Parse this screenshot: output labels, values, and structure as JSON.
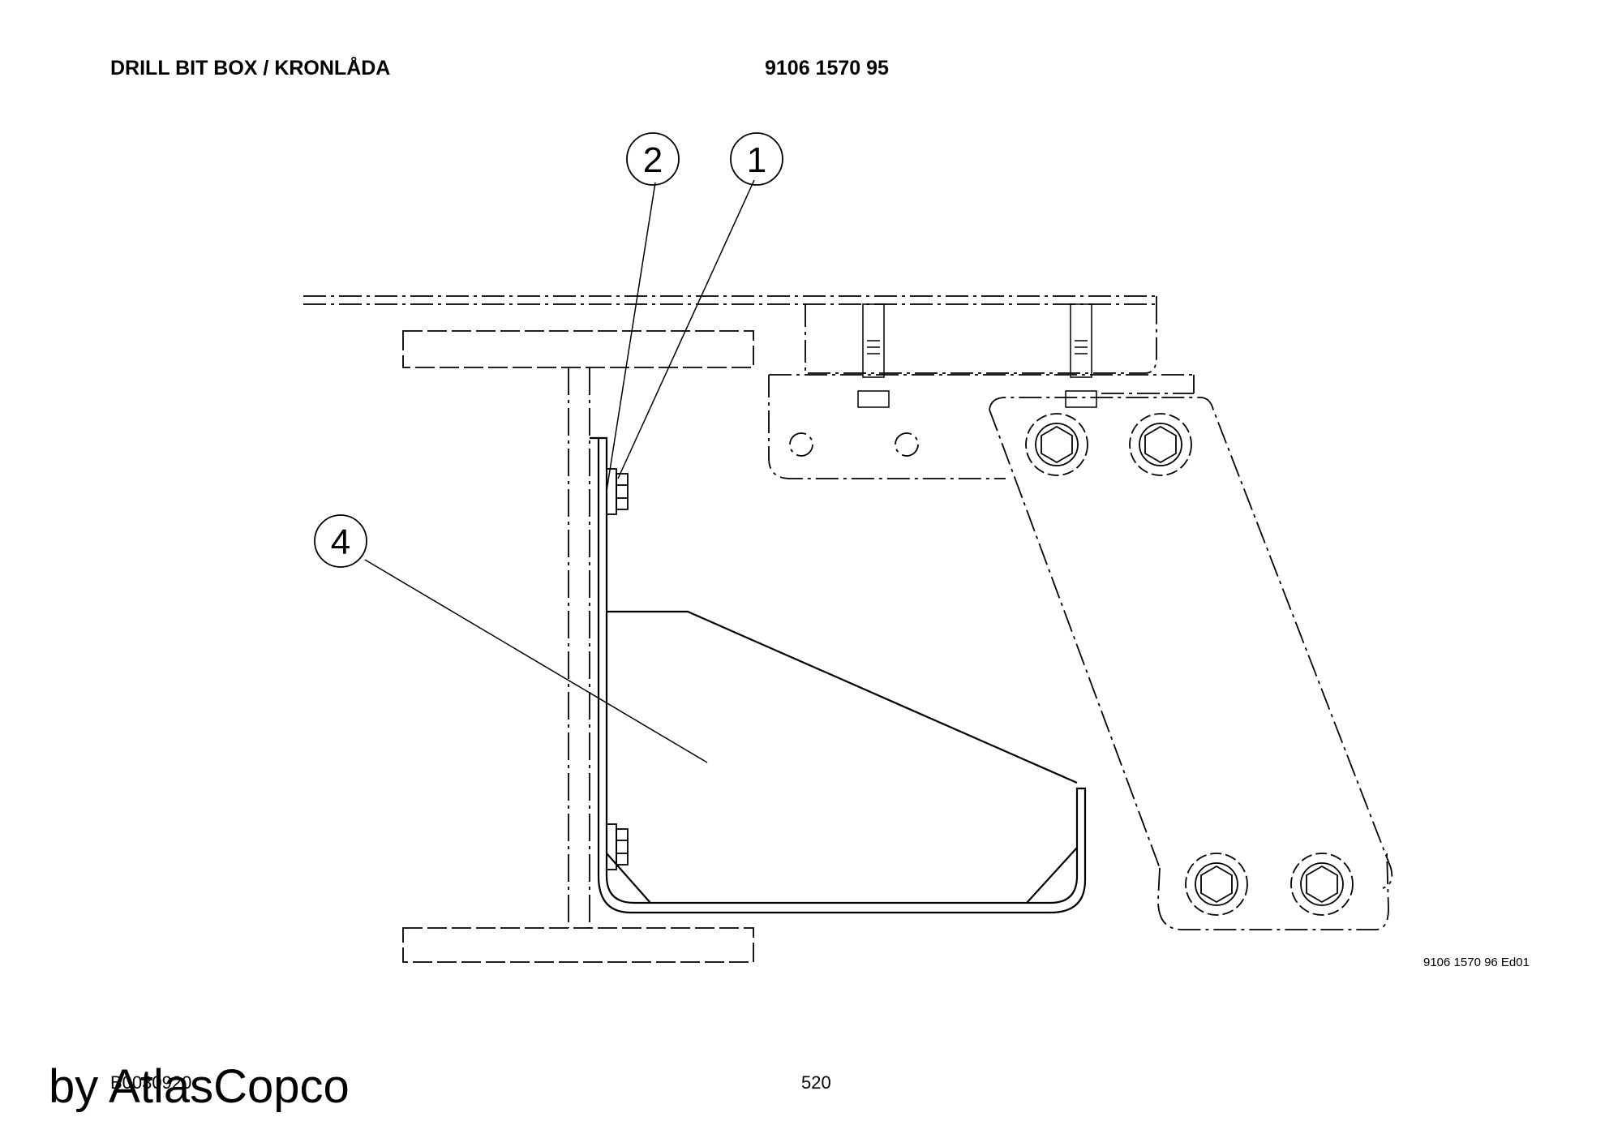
{
  "header": {
    "title": "DRILL BIT BOX / KRONLÅDA",
    "part_number": "9106 1570 95"
  },
  "callouts": [
    {
      "id": "2",
      "label": "2"
    },
    {
      "id": "1",
      "label": "1"
    },
    {
      "id": "4",
      "label": "4"
    }
  ],
  "drawing_reference": "9106 1570 96 Ed01",
  "footer": {
    "code": "B0030920",
    "page_number": "520",
    "watermark": "by AtlasCopco"
  },
  "colors": {
    "line": "#000000",
    "background": "#ffffff"
  }
}
